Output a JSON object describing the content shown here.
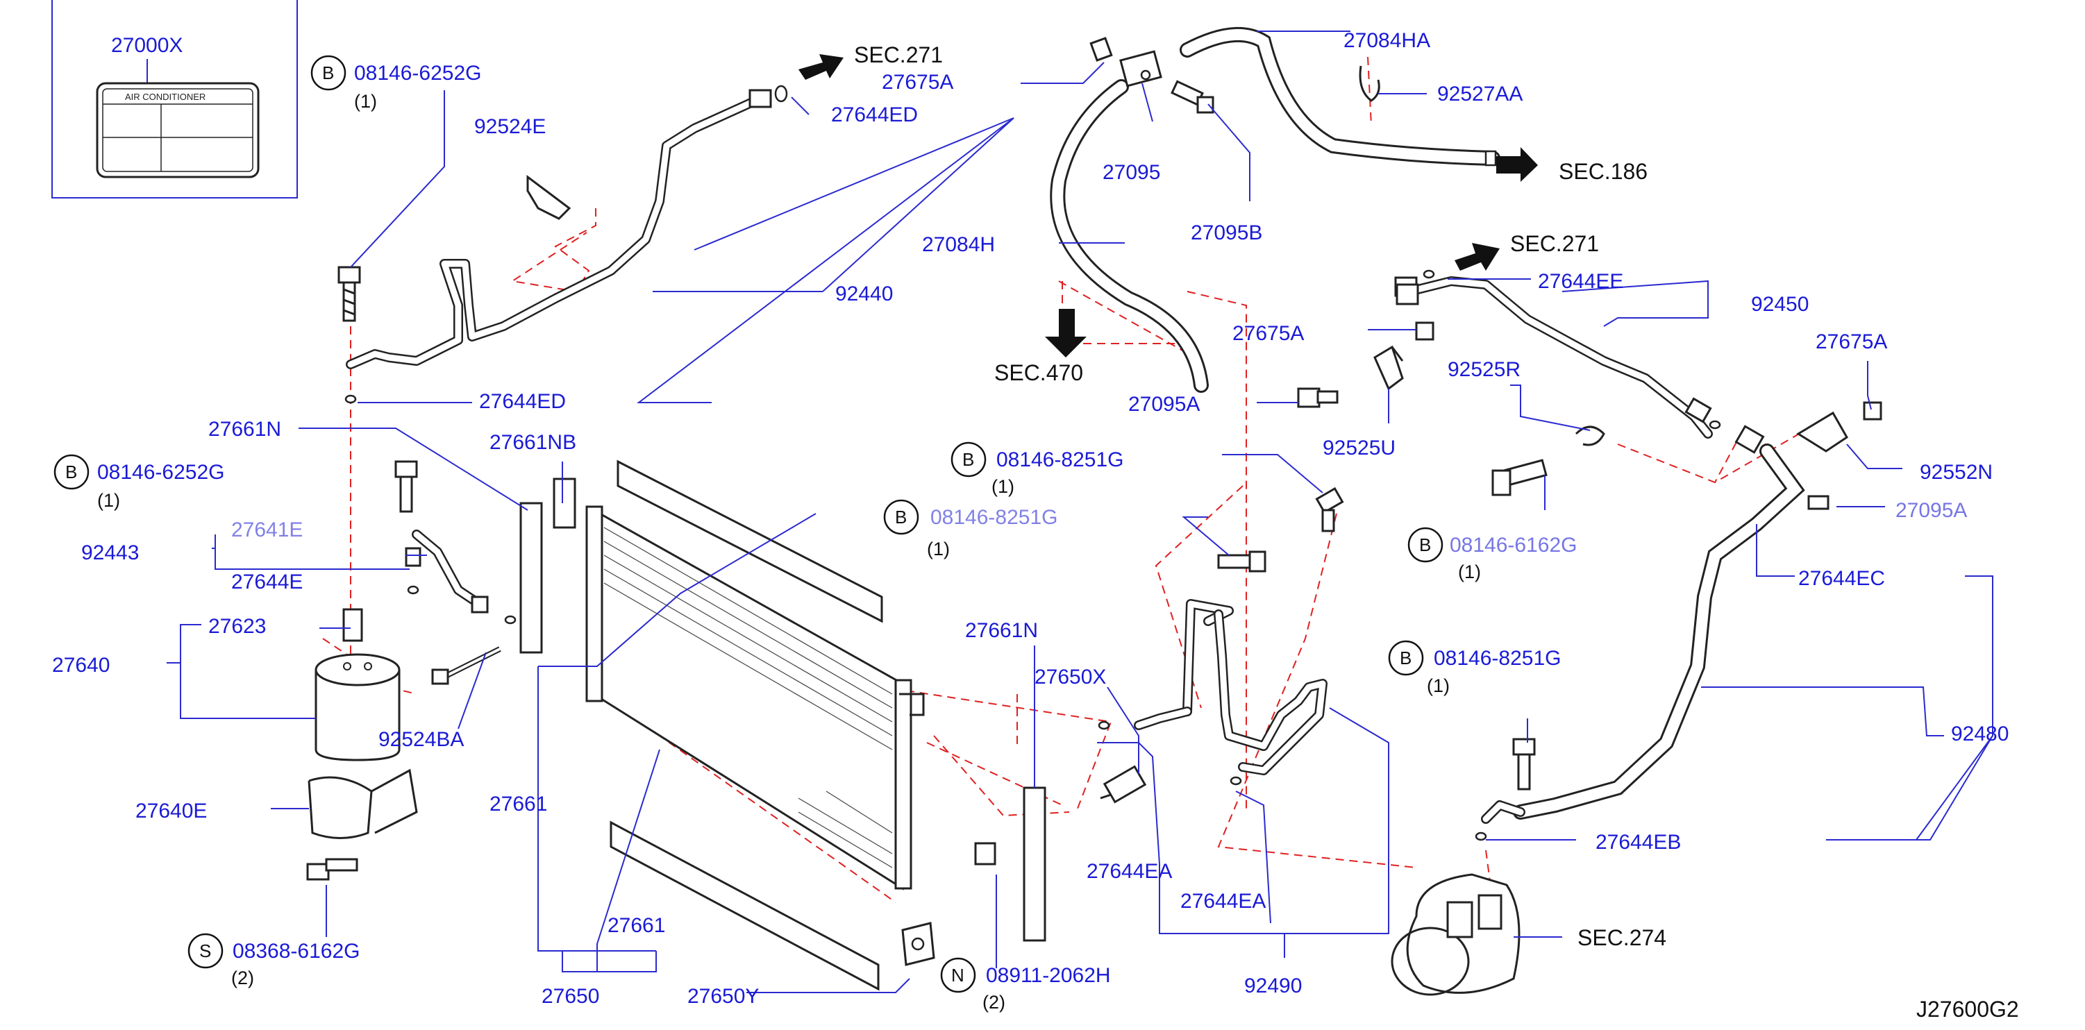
{
  "label_box": {
    "part_number": "27000X",
    "title": "AIR    CONDITIONER"
  },
  "diagram_code": "J27600G2",
  "parts": {
    "p_08146_6252G_top": "08146-6252G",
    "p_92524E": "92524E",
    "p_27644ED_top": "27644ED",
    "p_27675A_top": "27675A",
    "p_92440": "92440",
    "p_27644ED_mid": "27644ED",
    "p_27661N_left": "27661N",
    "p_27661NB": "27661NB",
    "p_08146_6252G_mid": "08146-6252G",
    "p_2764xE_obscured": "27641E",
    "p_9244x_obscured": "92443",
    "p_27644E": "27644E",
    "p_27623": "27623",
    "p_27640": "27640",
    "p_92524BA": "92524BA",
    "p_27640E": "27640E",
    "p_08368_6162G": "08368-6162G",
    "p_27661_mid": "27661",
    "p_27661_low": "27661",
    "p_27650": "27650",
    "p_27650Y": "27650Y",
    "p_08911_2062H": "08911-2062H",
    "p_27661N_right": "27661N",
    "p_27650X": "27650X",
    "p_27644EA_left": "27644EA",
    "p_27644EA_right": "27644EA",
    "p_92490": "92490",
    "p_08146_8251G_mid": "08146-8251G",
    "p_08146_8251G_obscured": "08146-8251G",
    "p_27084HA": "27084HA",
    "p_92527AA": "92527AA",
    "p_27095": "27095",
    "p_27095B": "27095B",
    "p_27084H": "27084H",
    "p_27675A_mid": "27675A",
    "p_27095A_left": "27095A",
    "p_27644EE": "27644EE",
    "p_92450": "92450",
    "p_92525R": "92525R",
    "p_92525U": "92525U",
    "p_27675A_right": "27675A",
    "p_92552N": "92552N",
    "p_27095A_right": "27095A",
    "p_08146_6162G_right": "08146-6162G",
    "p_27644EC": "27644EC",
    "p_92480": "92480",
    "p_08146_8251G_right": "08146-8251G",
    "p_27644EB": "27644EB"
  },
  "sections": {
    "sec271_top": "SEC.271",
    "sec186": "SEC.186",
    "sec470": "SEC.470",
    "sec271_right": "SEC.271",
    "sec274": "SEC.274"
  },
  "quantities": {
    "q1_top": "(1)",
    "q1_mid": "(1)",
    "q1_obscured": "(1)",
    "q2_s": "(2)",
    "q2_n": "(2)",
    "q1_8251G_mid": "(1)",
    "q1_6162G_right": "(1)",
    "q1_8251G_right": "(1)"
  },
  "badges": {
    "b1": "B",
    "b2": "B",
    "b3": "B",
    "b4": "B",
    "b5": "B",
    "b6": "B",
    "s1": "S",
    "n1": "N"
  },
  "colors": {
    "part_numbers": "#1a1ad6",
    "leaders": "#2a2ad0",
    "dashed_guides": "#e02020",
    "drawing": "#222222"
  }
}
